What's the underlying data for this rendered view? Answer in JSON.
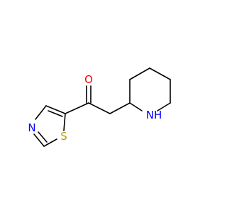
{
  "molecule": {
    "atoms": {
      "oxygen": "O",
      "nitrogen_thiazole": "N",
      "sulfur": "S",
      "amine_nitrogen": "N",
      "amine_hydrogen": "H"
    }
  },
  "colors": {
    "bond": "#000000",
    "oxygen": "#ff0000",
    "nitrogen": "#0000ff",
    "sulfur": "#b8a000",
    "background": "#ffffff"
  }
}
